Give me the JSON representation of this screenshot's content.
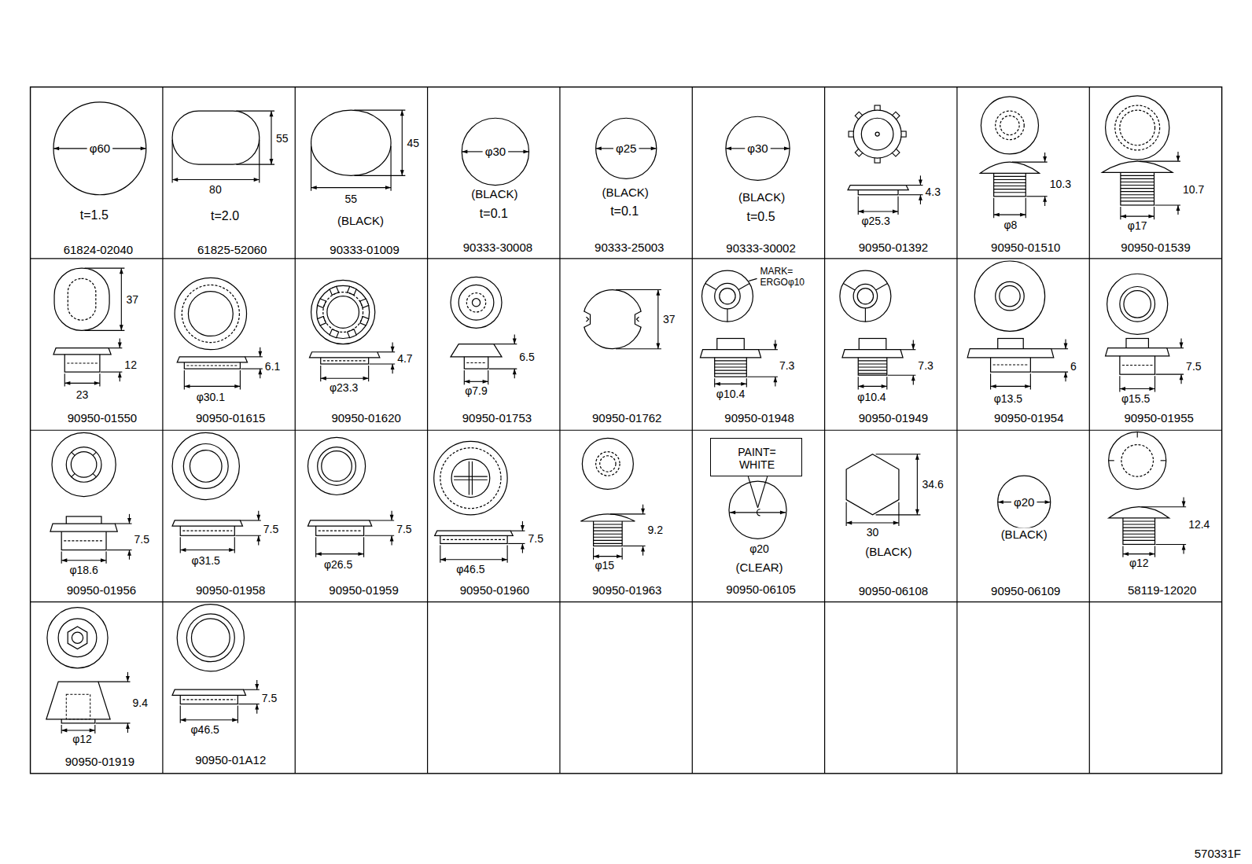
{
  "diagram": {
    "nodes": [
      {
        "text": [
          "φ60",
          "t=1.5",
          "61824-02040"
        ]
      },
      {
        "text": [
          "55",
          "80",
          "t=2.0",
          "61825-52060"
        ]
      },
      {
        "text": [
          "45",
          "55",
          "(BLACK)",
          "90333-01009"
        ]
      },
      {
        "text": [
          "φ30",
          "(BLACK)",
          "t=0.1",
          "90333-30008"
        ]
      },
      {
        "text": [
          "φ25",
          "(BLACK)",
          "t=0.1",
          "90333-25003"
        ]
      },
      {
        "text": [
          "φ30",
          "(BLACK)",
          "t=0.5",
          "90333-30002"
        ]
      },
      {
        "text": [
          "4.3",
          "φ25.3",
          "90950-01392"
        ]
      },
      {
        "text": [
          "10.3",
          "φ8",
          "90950-01510"
        ]
      },
      {
        "text": [
          "10.7",
          "φ17",
          "90950-01539"
        ]
      },
      {
        "text": [
          "37",
          "12",
          "23",
          "90950-01550"
        ]
      },
      {
        "text": [
          "6.1",
          "φ30.1",
          "90950-01615"
        ]
      },
      {
        "text": [
          "4.7",
          "φ23.3",
          "90950-01620"
        ]
      },
      {
        "text": [
          "6.5",
          "φ7.9",
          "90950-01753"
        ]
      },
      {
        "text": [
          "37",
          "90950-01762"
        ]
      },
      {
        "text": [
          "MARK= ERGOφ10",
          "7.3",
          "φ10.4",
          "90950-01948"
        ]
      },
      {
        "text": [
          "7.3",
          "φ10.4",
          "90950-01949"
        ]
      },
      {
        "text": [
          "6",
          "φ13.5",
          "90950-01954"
        ]
      },
      {
        "text": [
          "7.5",
          "φ15.5",
          "90950-01955"
        ]
      },
      {
        "text": [
          "7.5",
          "φ18.6",
          "90950-01956"
        ]
      },
      {
        "text": [
          "7.5",
          "φ31.5",
          "90950-01958"
        ]
      },
      {
        "text": [
          "7.5",
          "φ26.5",
          "90950-01959"
        ]
      },
      {
        "text": [
          "7.5",
          "φ46.5",
          "90950-01960"
        ]
      },
      {
        "text": [
          "9.2",
          "φ15",
          "90950-01963"
        ]
      },
      {
        "text": [
          "φ20",
          "(CLEAR)",
          "90950-06105"
        ]
      },
      {
        "text": [
          "PAINT= WHITE"
        ],
        "in": 23
      },
      {
        "text": [
          "34.6",
          "30",
          "(BLACK)",
          "90950-06108"
        ]
      },
      {
        "text": [
          "φ20",
          "(BLACK)",
          "90950-06109"
        ]
      },
      {
        "text": [
          "12.4",
          "φ12",
          "58119-12020"
        ]
      },
      {
        "text": [
          "9.4",
          "φ12",
          "90950-01919"
        ]
      },
      {
        "text": [
          "7.5",
          "φ46.5",
          "90950-01A12"
        ]
      }
    ],
    "labels": [
      "570331F"
    ]
  }
}
